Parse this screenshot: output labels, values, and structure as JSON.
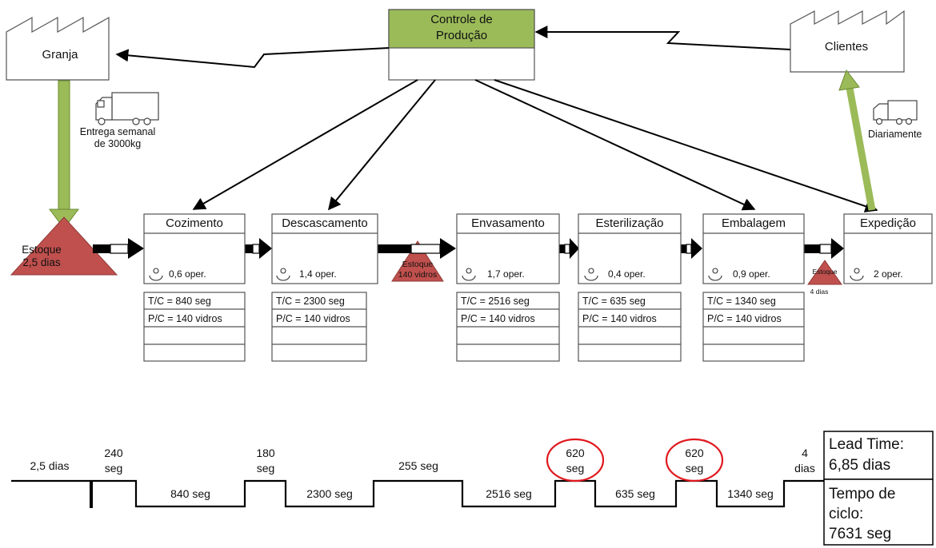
{
  "control": {
    "line1": "Controle de",
    "line2": "Produção"
  },
  "supplier": "Granja",
  "customer": "Clientes",
  "supplier_shipment": {
    "line1": "Entrega semanal",
    "line2": "de 3000kg"
  },
  "customer_shipment": "Diariamente",
  "inventory_start": {
    "line1": "Estoque",
    "line2": "2,5 dias"
  },
  "inventory_mid": {
    "line1": "Estoque",
    "line2": "140 vidros"
  },
  "inventory_end": {
    "line1": "Estoque",
    "line2": "4 dias"
  },
  "processes": [
    {
      "name": "Cozimento",
      "oper": "0,6 oper.",
      "tc": "T/C = 840 seg",
      "pc": "P/C = 140 vidros"
    },
    {
      "name": "Descascamento",
      "oper": "1,4 oper.",
      "tc": "T/C = 2300 seg",
      "pc": "P/C = 140 vidros"
    },
    {
      "name": "Envasamento",
      "oper": "1,7 oper.",
      "tc": "T/C = 2516 seg",
      "pc": "P/C = 140 vidros"
    },
    {
      "name": "Esterilização",
      "oper": "0,4 oper.",
      "tc": "T/C = 635 seg",
      "pc": "P/C = 140 vidros"
    },
    {
      "name": "Embalagem",
      "oper": "0,9 oper.",
      "tc": "T/C = 1340 seg",
      "pc": "P/C = 140 vidros"
    },
    {
      "name": "Expedição",
      "oper": "2 oper."
    }
  ],
  "timeline": {
    "top": [
      {
        "line1": "2,5 dias",
        "line2": ""
      },
      {
        "line1": "240",
        "line2": "seg"
      },
      {
        "line1": "180",
        "line2": "seg"
      },
      {
        "line1": "255 seg",
        "line2": ""
      },
      {
        "line1": "620",
        "line2": "seg"
      },
      {
        "line1": "620",
        "line2": "seg"
      },
      {
        "line1": "4",
        "line2": "dias"
      }
    ],
    "bottom": [
      "840 seg",
      "2300 seg",
      "2516 seg",
      "635 seg",
      "1340 seg"
    ]
  },
  "summary": {
    "lead_line1": "Lead Time:",
    "lead_line2": "6,85 dias",
    "cycle_line1": "Tempo de",
    "cycle_line2": "ciclo:",
    "cycle_line3": "7631 seg"
  },
  "colors": {
    "control_fill": "#9bbb59",
    "inventory_fill": "#c0504d",
    "highlight_circle": "#e0191f",
    "push_arrow": "#9bbb59"
  }
}
